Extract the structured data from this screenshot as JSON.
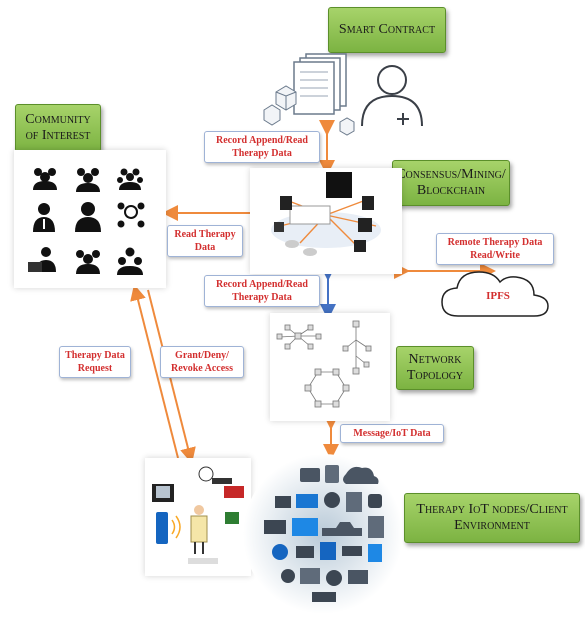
{
  "nodes": {
    "smart_contract": "Smart Contract",
    "community_of_interest": "Community of Interest",
    "consensus": "Consensus/Mining/ Blockchain",
    "network_topology": "Network Topology",
    "therapy_iot": "Therapy IoT nodes/Client Environment",
    "ipfs": "IPFS"
  },
  "edges": {
    "record_append_read_top": "Record Append/Read Therapy Data",
    "read_therapy_data": "Read Therapy Data",
    "remote_therapy_data": "Remote Therapy Data Read/Write",
    "record_append_read_mid": "Record Append/Read Therapy Data",
    "therapy_data_request": "Therapy Data Request",
    "grant_deny_revoke": "Grant/Deny/ Revoke Access",
    "message_iot_data": "Message/IoT Data"
  },
  "colors": {
    "arrow_orange": "#ef8a3c",
    "arrow_blue": "#4472c4",
    "label_red": "#d32f2f",
    "box_green": "#8bc34a"
  },
  "icons": {
    "community_grid": [
      "people-group-icon",
      "people-group-icon",
      "people-group-icon",
      "businessman-icon",
      "person-icon",
      "network-people-icon",
      "user-computer-icon",
      "people-group-icon",
      "people-group-icon"
    ]
  }
}
